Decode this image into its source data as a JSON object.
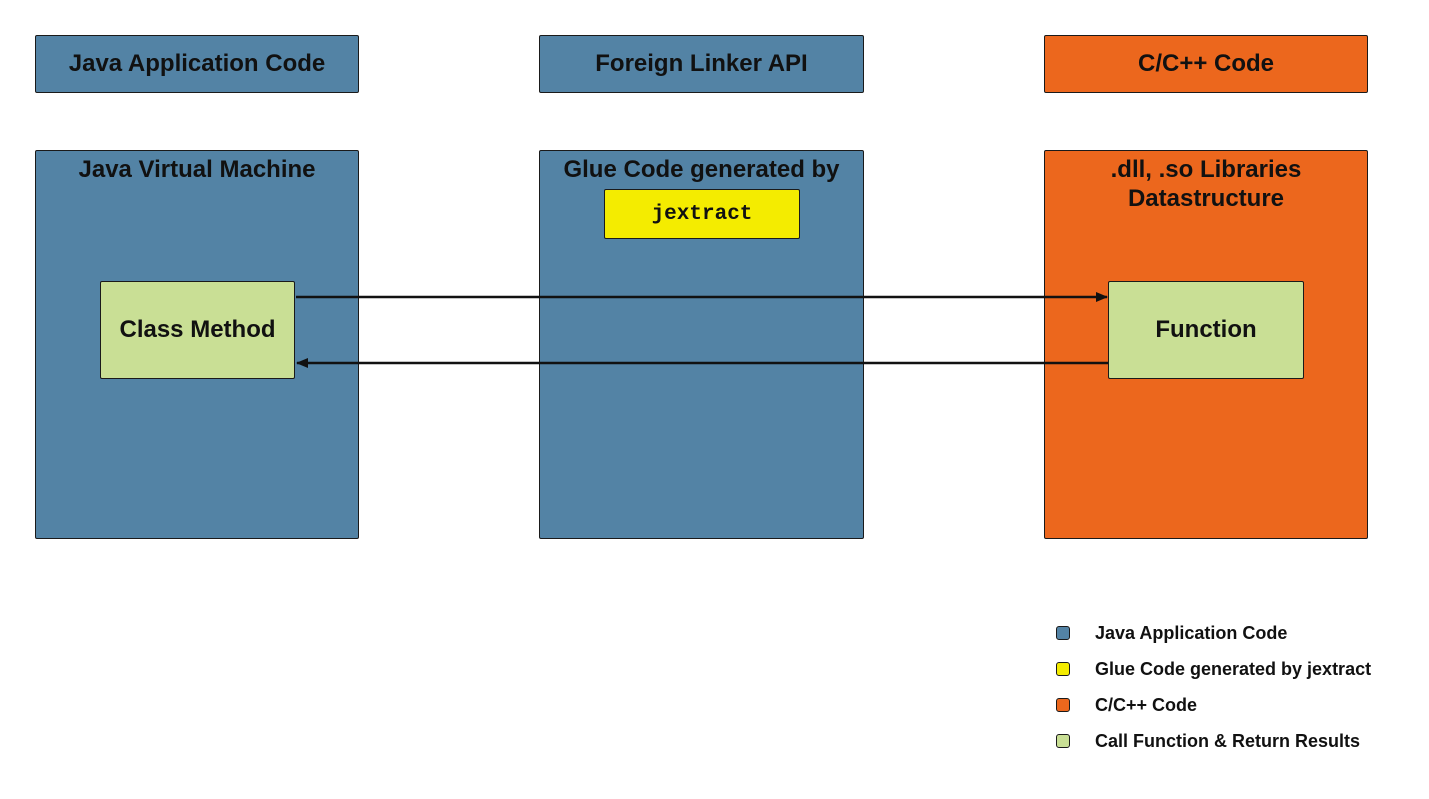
{
  "headers": {
    "java": "Java Application Code",
    "linker": "Foreign Linker API",
    "native": "C/C++ Code"
  },
  "panels": {
    "jvm": {
      "title": "Java Virtual Machine"
    },
    "glue": {
      "title": "Glue Code generated by",
      "tool": "jextract"
    },
    "libs": {
      "title_line1": ".dll, .so Libraries",
      "title_line2": "Datastructure"
    }
  },
  "nodes": {
    "class_method": "Class Method",
    "function": "Function"
  },
  "legend": [
    {
      "label": "Java Application Code",
      "color": "#5383a5"
    },
    {
      "label": "Glue Code generated by jextract",
      "color": "#f4ec00"
    },
    {
      "label": "C/C++ Code",
      "color": "#ec671d"
    },
    {
      "label": "Call Function & Return Results",
      "color": "#c9df95"
    }
  ],
  "colors": {
    "java_blue": "#5383a5",
    "glue_yellow": "#f4ec00",
    "native_orange": "#ec671d",
    "call_green": "#c9df95"
  }
}
